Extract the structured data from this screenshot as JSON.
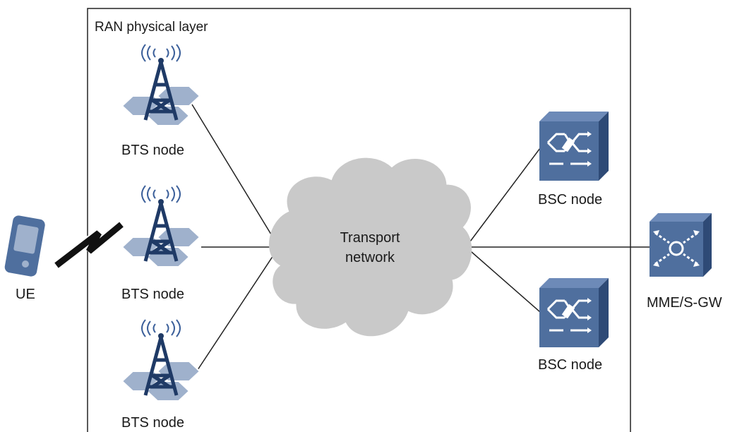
{
  "diagram": {
    "region_label": "RAN physical layer",
    "cloud_label_line1": "Transport",
    "cloud_label_line2": "network",
    "ue_label": "UE",
    "bts_nodes": [
      {
        "label": "BTS node"
      },
      {
        "label": "BTS node"
      },
      {
        "label": "BTS node"
      }
    ],
    "bsc_nodes": [
      {
        "label": "BSC node"
      },
      {
        "label": "BSC node"
      }
    ],
    "core_label": "MME/S-GW"
  },
  "colors": {
    "device_blue": "#4f6f9e",
    "device_dark": "#2e4a76",
    "hex_fill": "#9fb1cc",
    "cloud_fill": "#c9c9c9",
    "line": "#222222",
    "frame": "#222222"
  },
  "icons": [
    "phone-icon",
    "radio-link-icon",
    "tower-icon",
    "antenna-waves-icon",
    "switch-icon",
    "router-icon",
    "cloud-icon"
  ]
}
